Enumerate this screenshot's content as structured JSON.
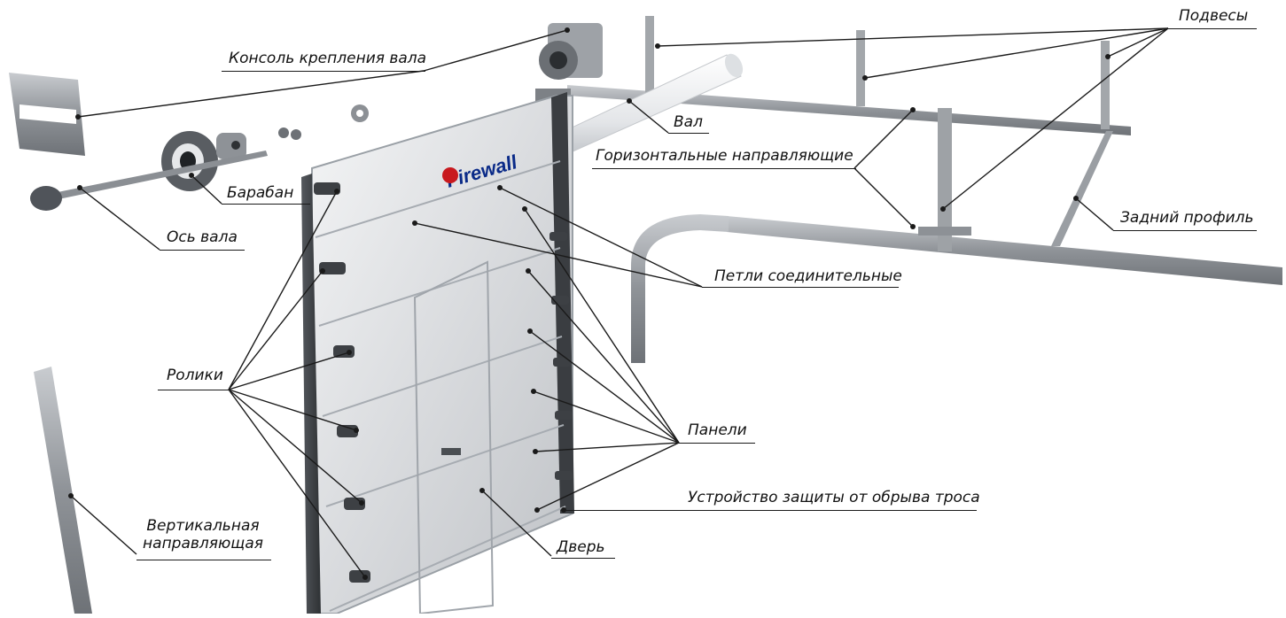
{
  "diagram": {
    "labels": {
      "console": "Консоль крепления вала",
      "hangers": "Подвесы",
      "shaft": "Вал",
      "horizontal_guides": "Горизонтальные направляющие",
      "drum": "Барабан",
      "shaft_axis": "Ось вала",
      "rear_profile": "Задний профиль",
      "hinges": "Петли соединительные",
      "rollers": "Ролики",
      "panels": "Панели",
      "cable_break_device": "Устройство защиты от обрыва троса",
      "vertical_guide_line1": "Вертикальная",
      "vertical_guide_line2": "направляющая",
      "door": "Дверь"
    },
    "logo_text": "Firewall"
  }
}
